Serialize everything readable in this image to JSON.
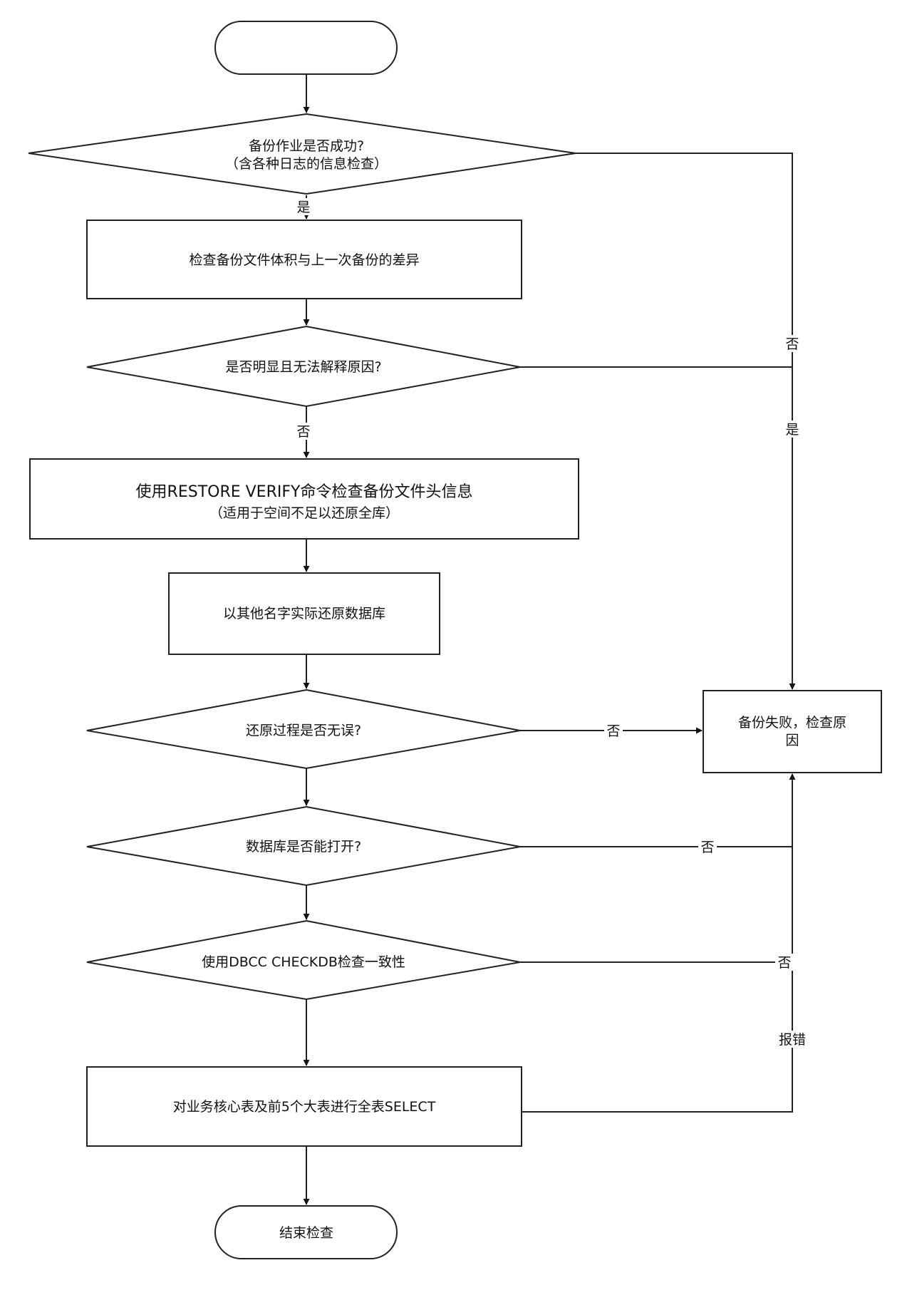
{
  "nodes": {
    "start": {
      "text": ""
    },
    "d_backup_success": {
      "line1": "备份作业是否成功?",
      "line2": "（含各种日志的信息检查）"
    },
    "p_check_size": {
      "text": "检查备份文件体积与上一次备份的差异"
    },
    "d_obvious_diff": {
      "text": "是否明显且无法解释原因?"
    },
    "p_restore_verify": {
      "line1": "使用RESTORE VERIFY命令检查备份文件头信息",
      "line2": "（适用于空间不足以还原全库）"
    },
    "p_restore_other_name": {
      "text": "以其他名字实际还原数据库"
    },
    "d_restore_ok": {
      "text": "还原过程是否无误?"
    },
    "d_db_open": {
      "text": "数据库是否能打开?"
    },
    "d_checkdb": {
      "text": "使用DBCC CHECKDB检查一致性"
    },
    "p_full_select": {
      "text": "对业务核心表及前5个大表进行全表SELECT"
    },
    "p_backup_fail": {
      "line1": "备份失败，检查原",
      "line2": "因"
    },
    "end": {
      "text": "结束检查"
    }
  },
  "edge_labels": {
    "yes_1": "是",
    "no_1": "否",
    "yes_2": "是",
    "no_2": "否",
    "no_restore": "否",
    "no_open": "否",
    "no_checkdb": "否",
    "error_select": "报错"
  }
}
